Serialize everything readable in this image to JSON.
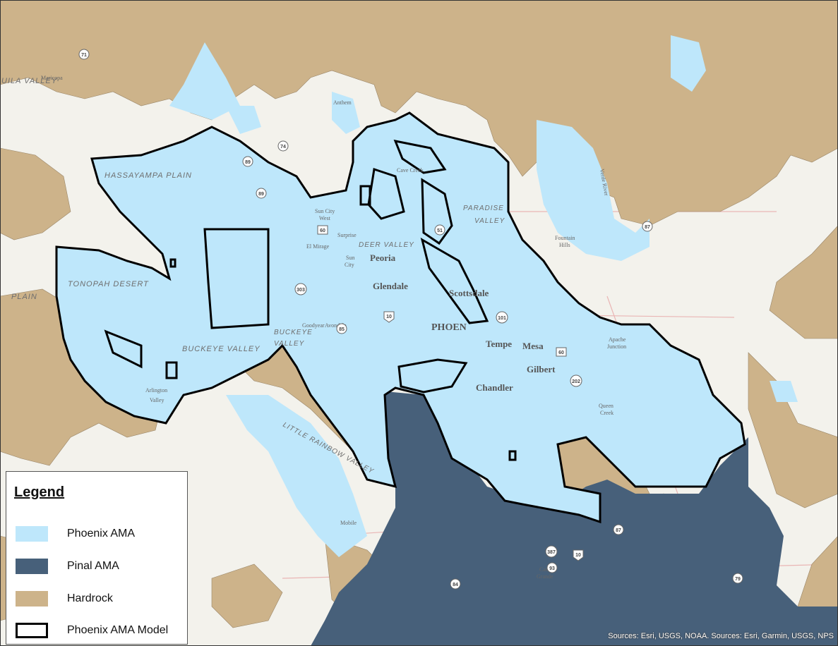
{
  "colors": {
    "background": "#f3f2ec",
    "phoenix_ama": "#bee7fb",
    "pinal_ama": "#47607a",
    "hardrock": "#cdb38a",
    "model_boundary": "#000000"
  },
  "legend": {
    "title": "Legend",
    "items": [
      {
        "label": "Phoenix AMA",
        "color": "#bee7fb",
        "icon": "light-blue-swatch"
      },
      {
        "label": "Pinal AMA",
        "color": "#47607a",
        "icon": "dark-blue-swatch"
      },
      {
        "label": "Hardrock",
        "color": "#cdb38a",
        "icon": "tan-swatch"
      },
      {
        "label": "Phoenix AMA Model",
        "color": "#000000",
        "icon": "outline-swatch"
      }
    ]
  },
  "attribution": "Sources: Esri, USGS, NOAA. Sources: Esri, Garmin, USGS, NPS",
  "labels": {
    "region": {
      "hassayampa": "HASSAYAMPA PLAIN",
      "tonopah": "TONOPAH DESERT",
      "plain": "PLAIN",
      "buckeye_valley": "BUCKEYE VALLEY",
      "buckeye_valley_2a": "BUCKEYE",
      "buckeye_valley_2b": "VALLEY",
      "deer_valley": "DEER VALLEY",
      "paradise_a": "PARADISE",
      "paradise_b": "VALLEY",
      "little_rainbow": "LITTLE RAINBOW VALLEY",
      "guila_valley": "UILA VALLEY"
    },
    "city": {
      "peoria": "Peoria",
      "glendale": "Glendale",
      "scottsdale": "Scottsdale",
      "phoenix": "PHOEN",
      "tempe": "Tempe",
      "mesa": "Mesa",
      "gilbert": "Gilbert",
      "chandler": "Chandler"
    },
    "town": {
      "sun_city_west_a": "Sun City",
      "sun_city_west_b": "West",
      "surprise": "Surprise",
      "el_mirage": "El Mirage",
      "sun_city_a": "Sun",
      "sun_city_b": "City",
      "goodyear": "Goodyear",
      "avondale": "Avondale",
      "fountain_a": "Fountain",
      "fountain_b": "Hills",
      "apache_a": "Apache",
      "apache_b": "Junction",
      "queen_a": "Queen",
      "queen_b": "Creek",
      "arlington_a": "Arlington",
      "arlington_b": "Valley",
      "mobile": "Mobile",
      "casa_a": "Casa",
      "casa_b": "Grande",
      "maricopa": "Maricopa",
      "anthem": "Anthem",
      "verde": "Verde River",
      "cave_creek": "Cave Creek"
    },
    "route": {
      "r71": "71",
      "r74": "74",
      "r89a": "89",
      "r89b": "89",
      "r60a": "60",
      "r303": "303",
      "r10a": "10",
      "r85": "85",
      "r51": "51",
      "r101": "101",
      "r60b": "60",
      "r202": "202",
      "r87a": "87",
      "r87b": "87",
      "r387": "387",
      "r93": "93",
      "r10b": "10",
      "r84": "84",
      "r79": "79"
    }
  }
}
